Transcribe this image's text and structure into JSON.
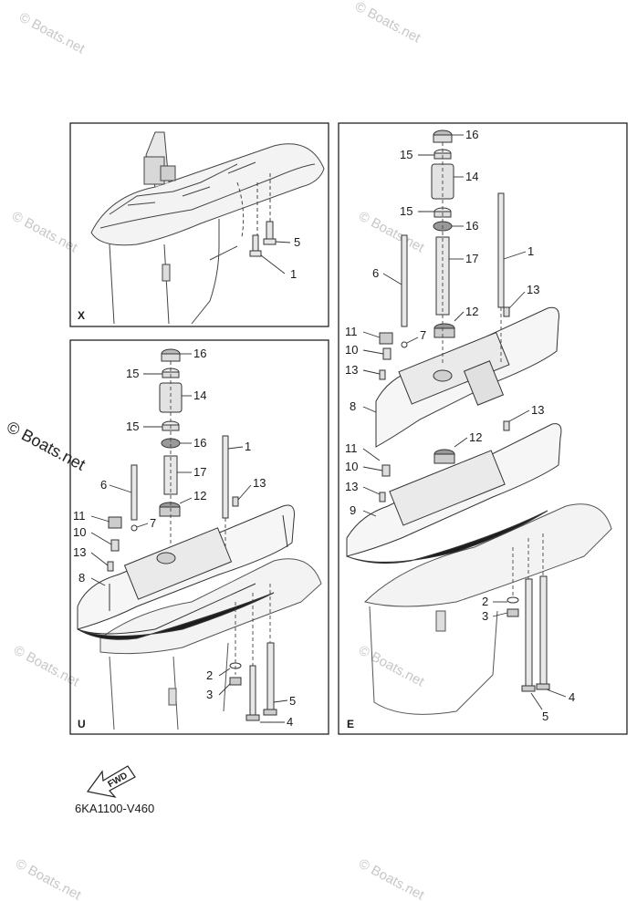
{
  "watermarks": [
    "© Boats.net",
    "© Boats.net",
    "© Boats.net",
    "© Boats.net",
    "© Boats.net",
    "© Boats.net",
    "© Boats.net",
    "© Boats.net"
  ],
  "side_watermark": "© Boats.net",
  "panels": {
    "x": {
      "tag": "X",
      "callouts": [
        "5",
        "1"
      ]
    },
    "u": {
      "tag": "U",
      "callouts": [
        "16",
        "15",
        "14",
        "15",
        "16",
        "17",
        "1",
        "6",
        "13",
        "12",
        "11",
        "7",
        "10",
        "13",
        "8",
        "2",
        "3",
        "5",
        "4"
      ]
    },
    "e": {
      "tag": "E",
      "callouts": [
        "16",
        "15",
        "14",
        "15",
        "16",
        "1",
        "17",
        "6",
        "13",
        "12",
        "11",
        "7",
        "10",
        "13",
        "8",
        "13",
        "12",
        "11",
        "10",
        "13",
        "9",
        "2",
        "3",
        "5",
        "4"
      ]
    }
  },
  "fwd_label": "FWD",
  "part_code": "6KA1100-V460"
}
